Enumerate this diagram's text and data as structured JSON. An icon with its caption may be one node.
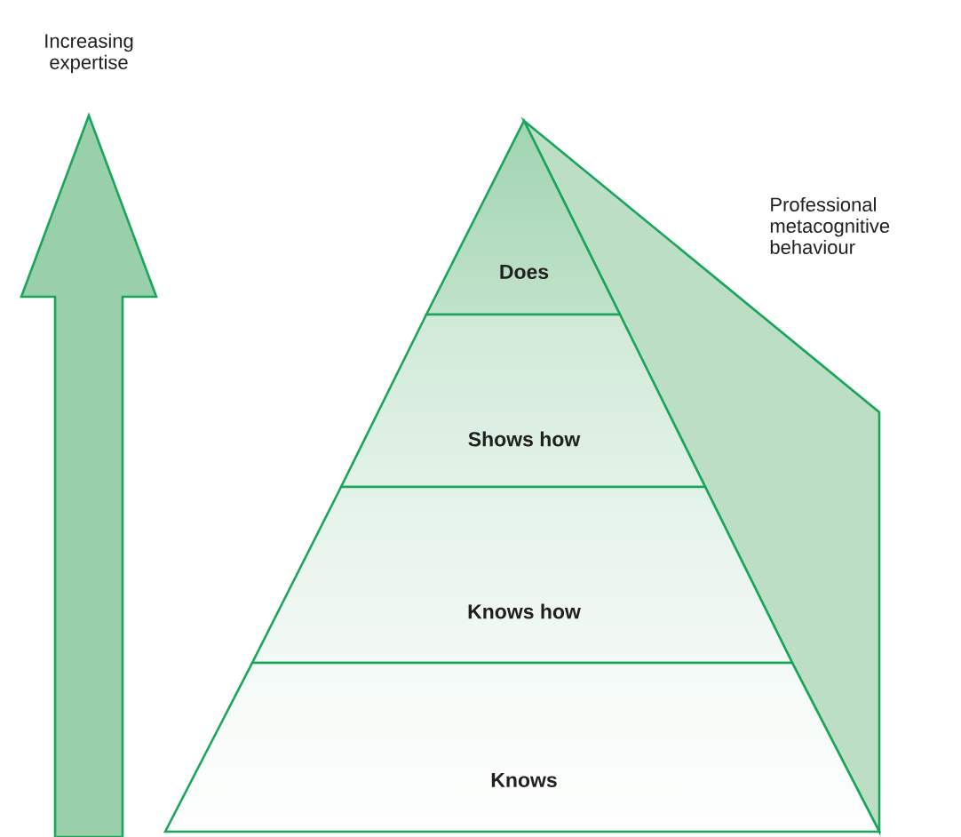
{
  "diagram": {
    "nodes": [
      {
        "text": [
          "Does"
        ]
      },
      {
        "text": [
          "Shows how"
        ]
      },
      {
        "text": [
          "Knows how"
        ]
      },
      {
        "text": [
          "Knows"
        ]
      },
      {
        "text": [
          "Professional metacognitive behaviour"
        ]
      }
    ],
    "labels": [
      "Increasing expertise"
    ]
  }
}
